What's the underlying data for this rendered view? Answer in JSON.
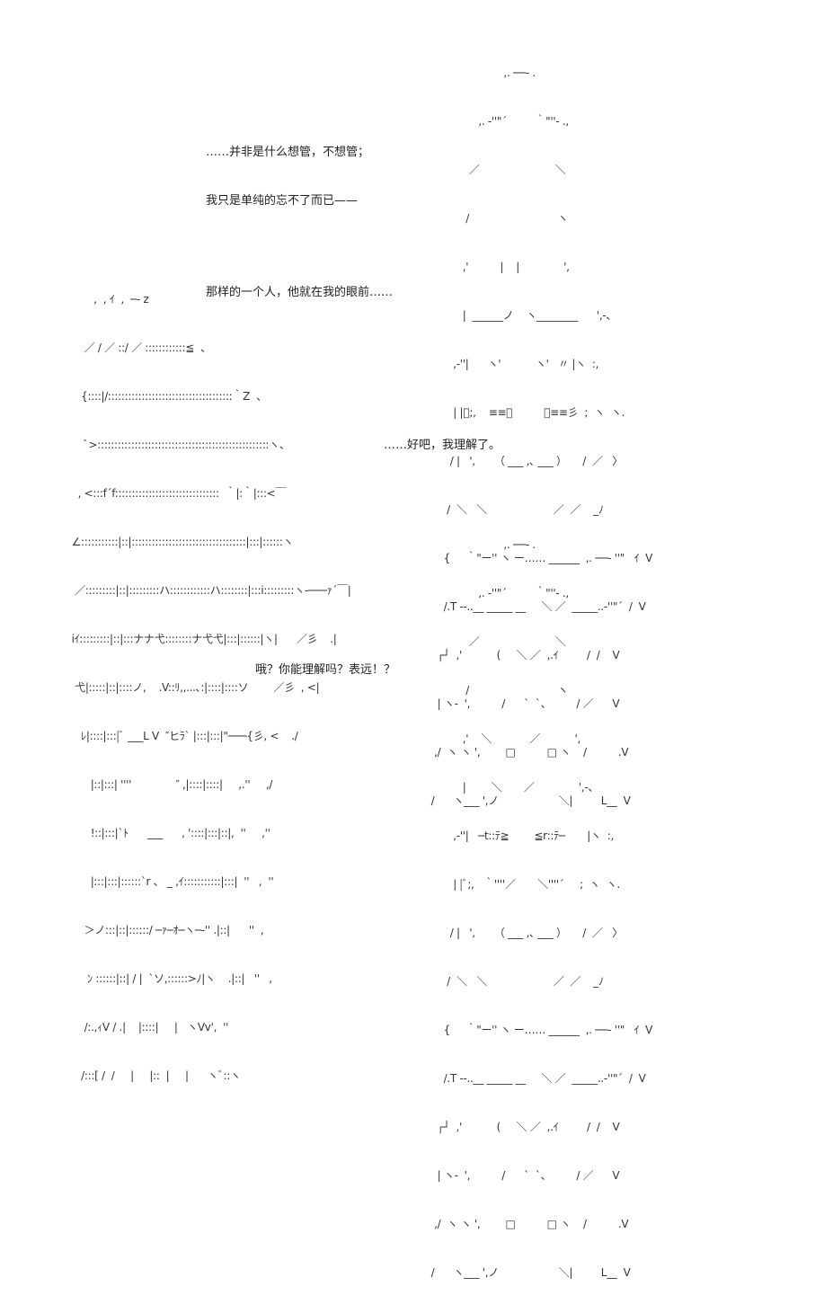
{
  "panels": [
    {
      "id": "panel-1",
      "speaker": "right-character",
      "dialogue": [
        "……并非是什么想管，不想管；",
        "我只是单纯的忘不了而已——",
        "",
        "那样的一个人，他就在我的眼前……"
      ],
      "art": [
        "                              ,. ──- .",
        "                      ,. ‐''\"´         ｀\"''‐ .,",
        "                   ／                        ＼",
        "                  /                            ヽ",
        "                 ,'          |    |              ',",
        "                 |  ______ノ    ヽ________      ',-、",
        "              ,-''|      ヽ'           ヽ'   〃 |ヽ  :,",
        "              | |ﾞ;,    ≡≡／          ＼≡≡彡  ;  ヽ  ヽ.",
        "             / |   ',      （ ___ ,､ ___ ）     /  ／   〉",
        "            /  ＼   ＼                     ／  ／    _ﾉ",
        "           {     ｀\"ー'' ヽ ー…… ______  ,. ──‐ ''\"   ｲ  V",
        "           /.T ‐‐..__ _____ __     ＼ ／  _____..-''\"´  /  V",
        "         ┌┘  ,'           (     ＼ ／  ,.ｲ         /  /    V",
        "         | ヽ‐  ',          /      `  `、        / ／      V",
        "        ,/  ヽ ヽ ',        □          □ ヽ    /          .V",
        "       /      ヽ___ ',ノ                   ＼|         L__  V"
      ]
    },
    {
      "id": "panel-2",
      "speaker": "left-character",
      "dialogue": [
        "……好吧，我理解了。"
      ],
      "art": [
        "              ,  , ｲ  ,  ─‐ z",
        "           ／ / ／ ::/ ／ ::::::::::::≦  、",
        "          {::::|/:::::::::::::::::::::::::::::::::::::｀Z  、",
        "           ﾞ>:::::::::::::::::::::::::::::::::::::::::::::::::::ヽ、",
        "         , <:::f´f:::::::::::::::::::::::::::::::  ｀|:｀|:::<￣",
        "       ∠:::::::::::|::|::::::::::::::::::::::::::::::::::|:::|::::::ヽ",
        "        ／:::::::::|::|:::::::::ハ::::::::::::ハ::::::::|:::i:::::::::ヽ‐───ｧ´￣|",
        "       iｲ:::::::::|::|:::ナナ弋::::::::ナ弋弋|:::|::::::|ヽ|      ／彡    .|",
        "        弋|:::::|::|::::ノ,    .V::ﾘ,,...､:|::::|::::ソ        ／彡  , <|",
        "          ﾚ|::::|:::|ﾞ ___L V  ″ヒﾗ` |:::|:::|\"───{彡, <    ./",
        "             |::|:::| ''''              ″ ,|::::|::::|     ,.''     ,/",
        "             !::|:::|`ﾄ      ___      , '::::|:::|::|,  ''     ,''",
        "             |:::|:::|::::::`r 、 _ ,ｲ:::::::::::|:::|  ''   ,  ''",
        "           ＞ノ:::|::|::::::/ ─ｧ─ｵ─ヽ─‐'' .|::|      ''  ,",
        "            ﾝ ::::::|::| / |  `ソ,::::::>ﾉ|ヽ    .|::|   ''   ,",
        "           /:.,ｨV / .|    |::::|     |   ヽVv',  ''",
        "          /:::[ /  /     |     |::  |     |      ヽﾞ::ヽ"
      ]
    },
    {
      "id": "panel-3",
      "speaker": "right-character",
      "dialogue": [
        "哦？你能理解吗？表远！？"
      ],
      "art": [
        "                              ,. ──- .",
        "                      ,. ‐''\"´         ｀\"''‐ .,",
        "                   ／                        ＼",
        "                  /                            ヽ",
        "                 ,'    ＼            ／           ',",
        "                 |        ＼       ／              ',-、",
        "              ,-''|   ─t::ﾃ≧        ≦r::ﾃ─       |ヽ  :,",
        "              | |ﾞ;,   ｀''''／       ＼''''´     ;  ヽ  ヽ.",
        "             / |   ',      （ ___ ,､ ___ ）     /  ／   〉",
        "            /  ＼   ＼                     ／  ／    _ﾉ",
        "           {     ｀\"ー'' ヽ ー…… ______  ,. ──‐ ''\"   ｲ  V",
        "           /.T ‐‐..__ _____ __     ＼ ／  _____..-''\"´  /  V",
        "         ┌┘  ,'           (     ＼ ／  ,.ｲ         /  /    V",
        "         | ヽ‐  ',          /      `  `、        / ／      V",
        "        ,/  ヽ ヽ ',        □          □ ヽ    /          .V",
        "       /      ヽ___ ',ノ                   ＼|         L__  V"
      ]
    }
  ]
}
